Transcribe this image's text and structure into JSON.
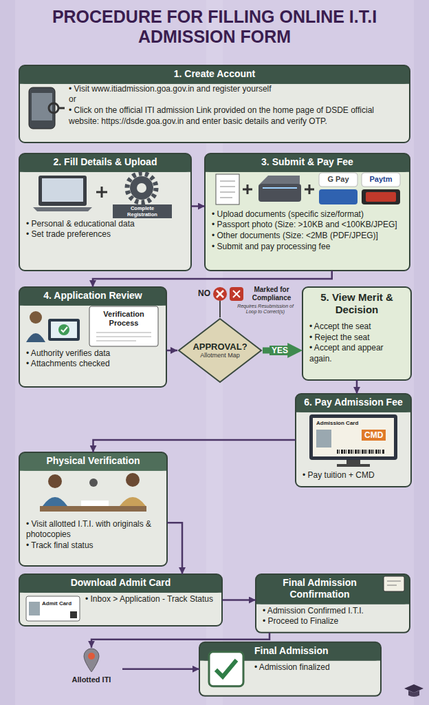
{
  "diagram": {
    "title": "PROCEDURE FOR FILLING ONLINE I.T.I ADMISSION FORM",
    "nodes": [
      {
        "text": [
          "1. Create Account",
          "• Visit www.itiadmission.goa.gov.in and register yourself",
          "or",
          "• Click on the official ITI admission Link provided on the home page of DSDE official website: https://dsde.goa.gov.in and enter basic details and verify OTP."
        ]
      },
      {
        "text": [
          "2. Fill Details & Upload",
          "• Personal & educational data",
          "• Set trade preferences"
        ]
      },
      {
        "text": [
          "3. Submit & Pay Fee",
          "• Upload documents (specific size/format)",
          "• Passport photo (Size: >10KB and <100KB/JPEG]",
          "• Other documents (Size: <2MB (PDF/JPEG)]",
          "• Submit and pay processing fee"
        ]
      },
      {
        "text": [
          "4. Application Review",
          "• Authority verifies data",
          "• Attachments checked"
        ]
      },
      {
        "text": [
          "APPROVAL?",
          "Allotment Map"
        ]
      },
      {
        "text": [
          "5. View Merit & Decision",
          "• Accept the seat",
          "• Reject the seat",
          "• Accept and appear again."
        ]
      },
      {
        "text": [
          "6. Pay Admission Fee",
          "• Pay tuition + CMD"
        ]
      },
      {
        "text": [
          "Physical Verification",
          "• Visit allotted I.T.I. with originals & photocopies",
          "• Track final status"
        ]
      },
      {
        "text": [
          "Download Admit Card",
          "• Inbox > Application - Track Status"
        ]
      },
      {
        "text": [
          "Final Admission Confirmation",
          "• Admission Confirmed I.T.I.",
          "• Proceed to Finalize"
        ]
      },
      {
        "text": [
          "Allotted ITI"
        ]
      },
      {
        "text": [
          "Final Admission",
          "• Admission finalized"
        ]
      }
    ],
    "edges": [
      {
        "from": 1,
        "to": 2,
        "arrow": "to"
      },
      {
        "from": 2,
        "to": 3,
        "arrow": "to"
      },
      {
        "from": 3,
        "to": 4,
        "arrow": "to"
      },
      {
        "from": 4,
        "to": 5,
        "label": "YES",
        "arrow": "to"
      },
      {
        "from": 5,
        "to": 6,
        "arrow": "to"
      },
      {
        "from": 6,
        "to": 7,
        "arrow": "to"
      },
      {
        "from": 7,
        "to": 8,
        "arrow": "to"
      },
      {
        "from": 8,
        "to": 9,
        "arrow": "to"
      },
      {
        "from": 9,
        "to": 10,
        "arrow": "to"
      },
      {
        "from": 10,
        "to": 11,
        "arrow": "to"
      }
    ],
    "labels": [
      "Complete Registration",
      "G Pay",
      "Paytm",
      "Verification Process",
      "NO",
      "Marked for Compliance",
      "Requires Resubmission of Loop to Correct(s)",
      "Admission Card",
      "CMD",
      "Admit Card"
    ]
  }
}
